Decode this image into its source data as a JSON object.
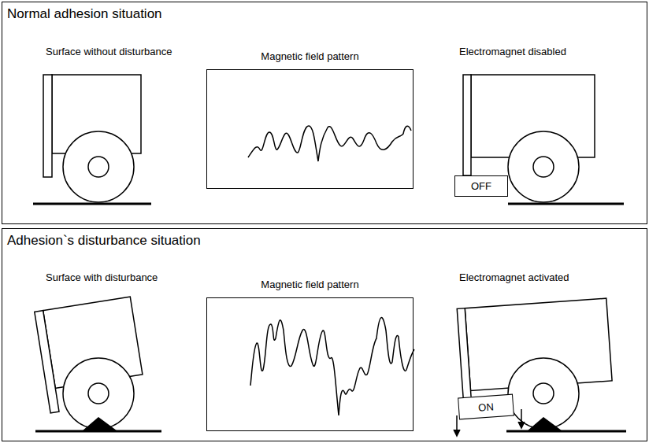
{
  "diagram": {
    "nodes": [
      {
        "text": [
          "Normal adhesion situation"
        ]
      },
      {
        "text": [
          "Magnetic field pattern"
        ],
        "in": 0
      },
      {
        "text": [
          "OFF"
        ],
        "in": 0
      },
      {
        "text": [
          "Adhesion`s disturbance situation"
        ]
      },
      {
        "text": [
          "Magnetic field pattern"
        ],
        "in": 3
      },
      {
        "text": [
          "ON"
        ],
        "in": 3
      }
    ],
    "labels": [
      "Surface without disturbance",
      "Electromagnet disabled",
      "Surface with disturbance",
      "Electromagnet activated"
    ]
  }
}
